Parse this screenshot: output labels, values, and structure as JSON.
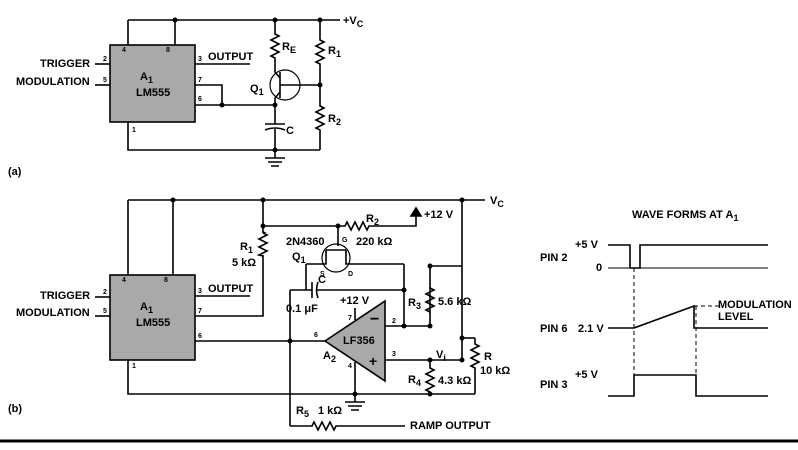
{
  "circuit_a": {
    "label": "(a)",
    "ic_name": "A",
    "ic_sub": "1",
    "ic_part": "LM555",
    "trigger": "TRIGGER",
    "modulation": "MODULATION",
    "output": "OUTPUT",
    "supply": "+V",
    "supply_sub": "C",
    "re": "R",
    "re_sub": "E",
    "r1": "R",
    "r1_sub": "1",
    "r2": "R",
    "r2_sub": "2",
    "q1": "Q",
    "q1_sub": "1",
    "c": "C",
    "pins": {
      "p4": "4",
      "p8": "8",
      "p2": "2",
      "p5": "5",
      "p3": "3",
      "p7": "7",
      "p6": "6",
      "p1": "1"
    }
  },
  "circuit_b": {
    "label": "(b)",
    "supply": "V",
    "supply_sub": "C",
    "plus12_top": "+12 V",
    "r2": "R",
    "r2_sub": "2",
    "r2_val": "220 kΩ",
    "fet": "2N4360",
    "q1": "Q",
    "q1_sub": "1",
    "fet_g": "G",
    "fet_s": "S",
    "fet_d": "D",
    "r1": "R",
    "r1_sub": "1",
    "r1_val": "5 kΩ",
    "c": "C",
    "c_val": "0.1 μF",
    "plus12_op": "+12 V",
    "r3": "R",
    "r3_sub": "3",
    "r3_val": "5.6 kΩ",
    "opamp": "LF356",
    "a2": "A",
    "a2_sub": "2",
    "vi": "V",
    "vi_sub": "i",
    "r4": "R",
    "r4_sub": "4",
    "r4_val": "4.3 kΩ",
    "r": "R",
    "r_val": "10 kΩ",
    "r5": "R",
    "r5_sub": "5",
    "r5_val": "1 kΩ",
    "ramp": "RAMP OUTPUT",
    "trigger": "TRIGGER",
    "modulation": "MODULATION",
    "output": "OUTPUT",
    "ic_name": "A",
    "ic_sub": "1",
    "ic_part": "LM555",
    "op_minus": "−",
    "op_plus": "+",
    "pins": {
      "p4": "4",
      "p8": "8",
      "p2": "2",
      "p5": "5",
      "p3": "3",
      "p7": "7",
      "p6": "6",
      "p1": "1",
      "o7": "7",
      "o2": "2",
      "o3": "3",
      "o6": "6",
      "o4": "4"
    }
  },
  "waveforms": {
    "title": "WAVE FORMS AT A",
    "title_sub": "1",
    "pin2": "PIN 2",
    "pin6": "PIN 6",
    "pin3": "PIN 3",
    "v5_a": "+5 V",
    "v0": "0",
    "v21": "2.1 V",
    "v5_b": "+5 V",
    "mod_level_1": "MODULATION",
    "mod_level_2": "LEVEL"
  }
}
